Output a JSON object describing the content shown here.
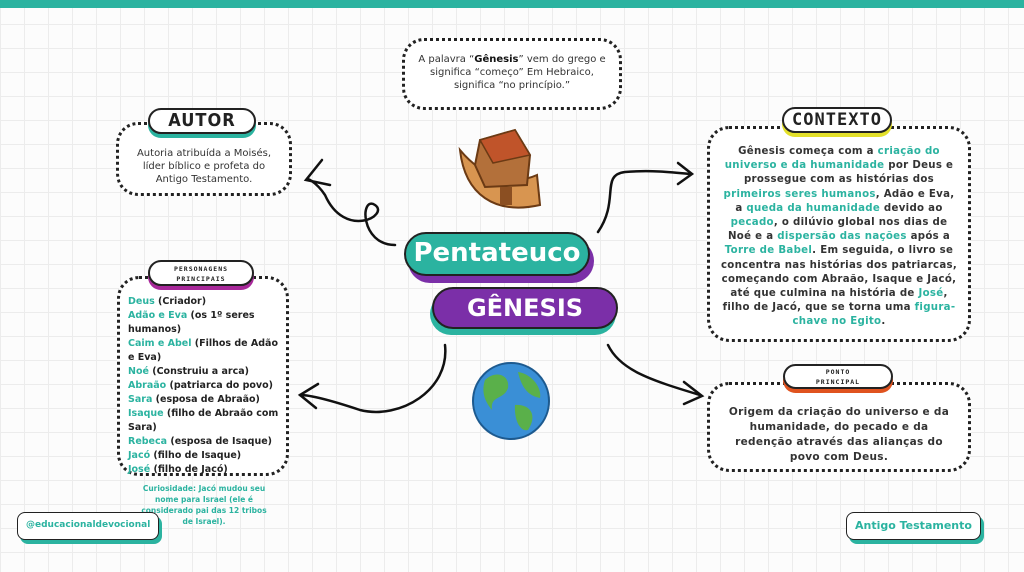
{
  "colors": {
    "teal": "#2bb3a0",
    "purple": "#7b2fa8",
    "yellow": "#e3e02a",
    "orange": "#e0531f",
    "magenta": "#a8289a"
  },
  "etymology": {
    "prefix": "A palavra “",
    "bold": "Gênesis",
    "suffix": "” vem do grego e significa “começo” Em Hebraico, significa “no princípio.”"
  },
  "autor": {
    "title": "AUTOR",
    "text": "Autoria atribuída a Moisés, líder bíblico e profeta do Antigo Testamento."
  },
  "center": {
    "top": "Pentateuco",
    "bottom": "GÊNESIS"
  },
  "contexto": {
    "title": "CONTEXTO",
    "segments": [
      {
        "t": "Gênesis começa com a ",
        "hl": false
      },
      {
        "t": "criação do universo e da humanidade",
        "hl": true
      },
      {
        "t": " por Deus e prossegue com as histórias dos ",
        "hl": false
      },
      {
        "t": "primeiros seres humanos",
        "hl": true
      },
      {
        "t": ", Adão e Eva, a ",
        "hl": false
      },
      {
        "t": "queda da humanidade",
        "hl": true
      },
      {
        "t": " devido ao ",
        "hl": false
      },
      {
        "t": "pecado",
        "hl": true
      },
      {
        "t": ", o dilúvio global nos dias de Noé e a ",
        "hl": false
      },
      {
        "t": "dispersão das nações",
        "hl": true
      },
      {
        "t": " após a ",
        "hl": false
      },
      {
        "t": "Torre de Babel",
        "hl": true
      },
      {
        "t": ". Em seguida, o livro se concentra nas histórias dos patriarcas, começando com Abraão, Isaque e Jacó, até que culmina na história de ",
        "hl": false
      },
      {
        "t": "José",
        "hl": true
      },
      {
        "t": ", filho de Jacó, que se torna uma ",
        "hl": false
      },
      {
        "t": "figura-chave no Egito",
        "hl": true
      },
      {
        "t": ".",
        "hl": false
      }
    ]
  },
  "personagens": {
    "title_line1": "PERSONAGENS",
    "title_line2": "PRINCIPAIS",
    "items": [
      {
        "name": "Deus",
        "desc": " (Criador)"
      },
      {
        "name": "Adão e Eva",
        "desc": " (os 1º seres humanos)"
      },
      {
        "name": "Caim e Abel",
        "desc": " (Filhos de Adão e Eva)"
      },
      {
        "name": "Noé",
        "desc": " (Construiu a arca)"
      },
      {
        "name": "Abraão",
        "desc": " (patriarca do povo)"
      },
      {
        "name": "Sara",
        "desc": " (esposa de Abraão)"
      },
      {
        "name": "Isaque",
        "desc": " (filho de Abraão com Sara)"
      },
      {
        "name": "Rebeca",
        "desc": " (esposa de Isaque)"
      },
      {
        "name": "Jacó",
        "desc": " (filho de Isaque)"
      },
      {
        "name": "José",
        "desc": " (filho de Jacó)"
      }
    ],
    "curiosity": "Curiosidade: Jacó mudou seu nome para Israel (ele é considerado pai das 12 tribos de Israel)."
  },
  "ponto": {
    "title_line1": "PONTO",
    "title_line2": "PRINCIPAL",
    "text": "Origem da criação do universo e da humanidade, do pecado e da redenção através das alianças do povo com Deus."
  },
  "footer": {
    "left": "@educacionaldevocional",
    "right": "Antigo Testamento"
  },
  "icons": {
    "ark": "noahs-ark-icon",
    "globe": "globe-icon"
  }
}
